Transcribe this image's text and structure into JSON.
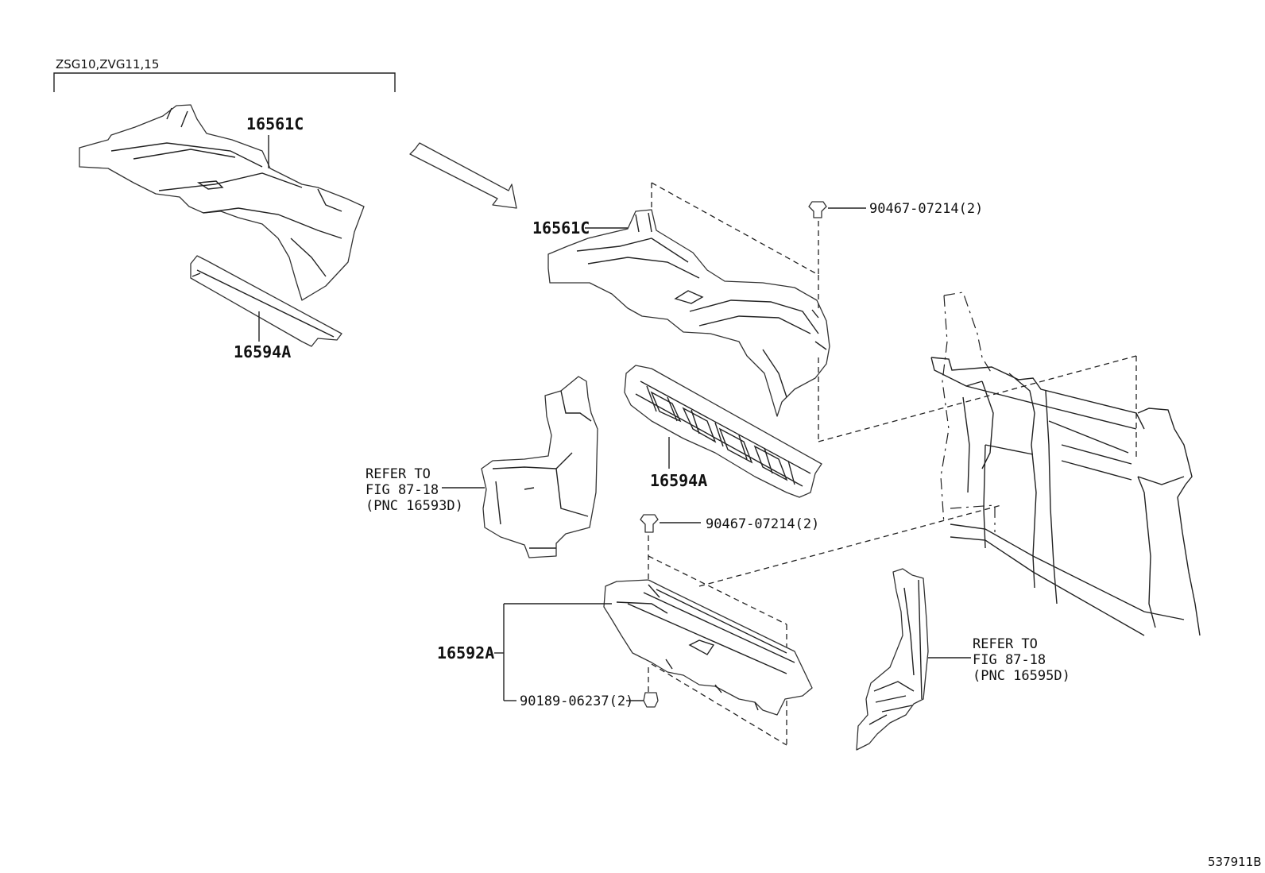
{
  "header": {
    "model_range": "ZSG10,ZVG11,15"
  },
  "callouts": {
    "inset_16561c": "16561C",
    "inset_16594a": "16594A",
    "main_16561c": "16561C",
    "main_16594a": "16594A",
    "clip_top": "90467-07214(2)",
    "clip_mid": "90467-07214(2)",
    "lower_16592a": "16592A",
    "screw_lower": "90189-06237(2)"
  },
  "refer_left": {
    "line1": "REFER TO",
    "line2": "FIG 87-18",
    "line3": "(PNC 16593D)"
  },
  "refer_right": {
    "line1": "REFER TO",
    "line2": "FIG 87-18",
    "line3": "(PNC 16595D)"
  },
  "footer": {
    "illustration_id": "537911B"
  },
  "colors": {
    "line": "#222222",
    "background": "#ffffff"
  }
}
